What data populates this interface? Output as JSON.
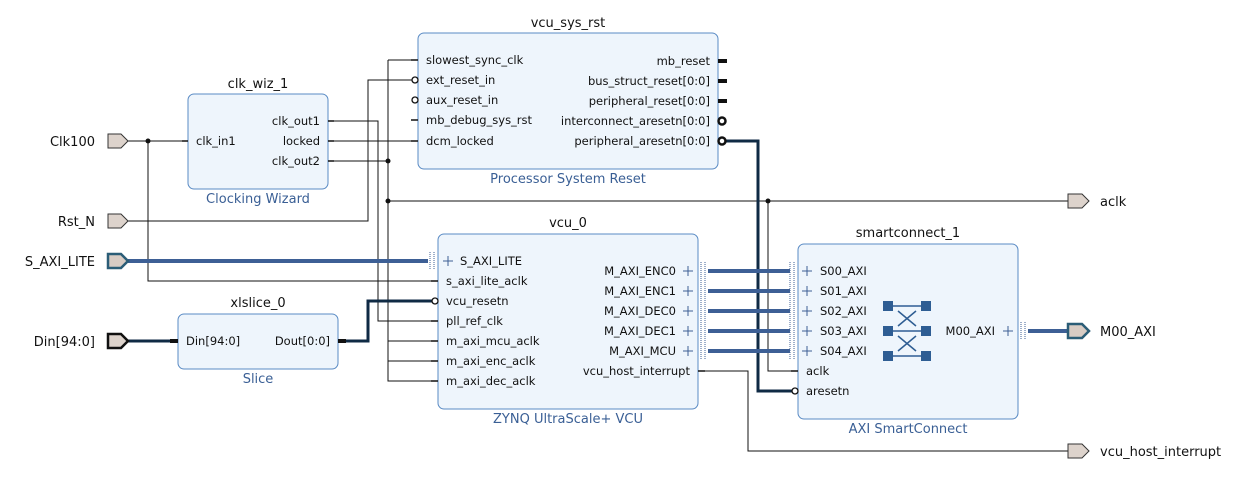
{
  "ports": {
    "clk100": "Clk100",
    "rst_n": "Rst_N",
    "s_axi_lite": "S_AXI_LITE",
    "din": "Din[94:0]",
    "aclk": "aclk",
    "m00_axi": "M00_AXI",
    "vcu_host_interrupt": "vcu_host_interrupt"
  },
  "blocks": {
    "clk_wiz": {
      "name": "clk_wiz_1",
      "subtitle": "Clocking Wizard",
      "pins": {
        "clk_in1": "clk_in1",
        "clk_out1": "clk_out1",
        "locked": "locked",
        "clk_out2": "clk_out2"
      }
    },
    "vcu_sys_rst": {
      "name": "vcu_sys_rst",
      "subtitle": "Processor System Reset",
      "pins": {
        "slowest_sync_clk": "slowest_sync_clk",
        "ext_reset_in": "ext_reset_in",
        "aux_reset_in": "aux_reset_in",
        "mb_debug_sys_rst": "mb_debug_sys_rst",
        "dcm_locked": "dcm_locked",
        "mb_reset": "mb_reset",
        "bus_struct_reset": "bus_struct_reset[0:0]",
        "peripheral_reset": "peripheral_reset[0:0]",
        "interconnect_aresetn": "interconnect_aresetn[0:0]",
        "peripheral_aresetn": "peripheral_aresetn[0:0]"
      }
    },
    "vcu": {
      "name": "vcu_0",
      "subtitle": "ZYNQ UltraScale+ VCU",
      "pins": {
        "s_axi_lite": "S_AXI_LITE",
        "s_axi_lite_aclk": "s_axi_lite_aclk",
        "vcu_resetn": "vcu_resetn",
        "pll_ref_clk": "pll_ref_clk",
        "m_axi_mcu_aclk": "m_axi_mcu_aclk",
        "m_axi_enc_aclk": "m_axi_enc_aclk",
        "m_axi_dec_aclk": "m_axi_dec_aclk",
        "m_axi_enc0": "M_AXI_ENC0",
        "m_axi_enc1": "M_AXI_ENC1",
        "m_axi_dec0": "M_AXI_DEC0",
        "m_axi_dec1": "M_AXI_DEC1",
        "m_axi_mcu": "M_AXI_MCU",
        "vcu_host_interrupt": "vcu_host_interrupt"
      }
    },
    "xlslice": {
      "name": "xlslice_0",
      "subtitle": "Slice",
      "pins": {
        "din": "Din[94:0]",
        "dout": "Dout[0:0]"
      }
    },
    "smartconnect": {
      "name": "smartconnect_1",
      "subtitle": "AXI SmartConnect",
      "pins": {
        "s00": "S00_AXI",
        "s01": "S01_AXI",
        "s02": "S02_AXI",
        "s03": "S03_AXI",
        "s04": "S04_AXI",
        "aclk": "aclk",
        "aresetn": "aresetn",
        "m00": "M00_AXI"
      }
    }
  }
}
